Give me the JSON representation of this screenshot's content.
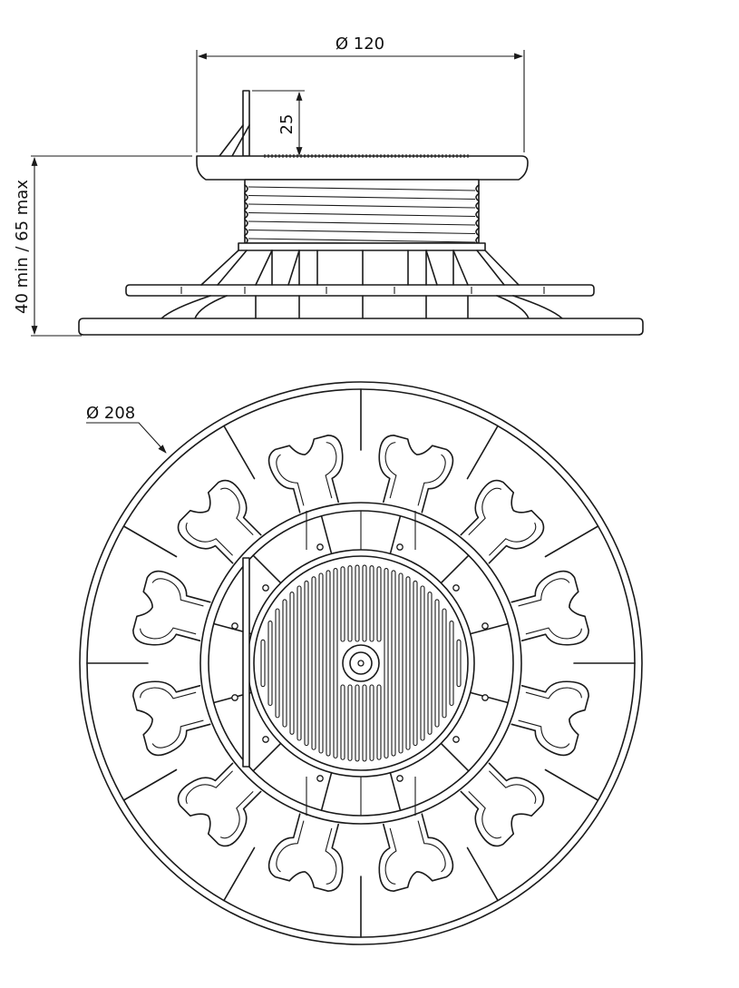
{
  "dimensions": {
    "top_diameter": "Ø 120",
    "head_height": "25",
    "height_range": "40 min  / 65 max",
    "base_diameter": "Ø 208"
  },
  "views": {
    "side_view": "adjustable pedestal side elevation",
    "top_view": "adjustable pedestal plan view"
  }
}
